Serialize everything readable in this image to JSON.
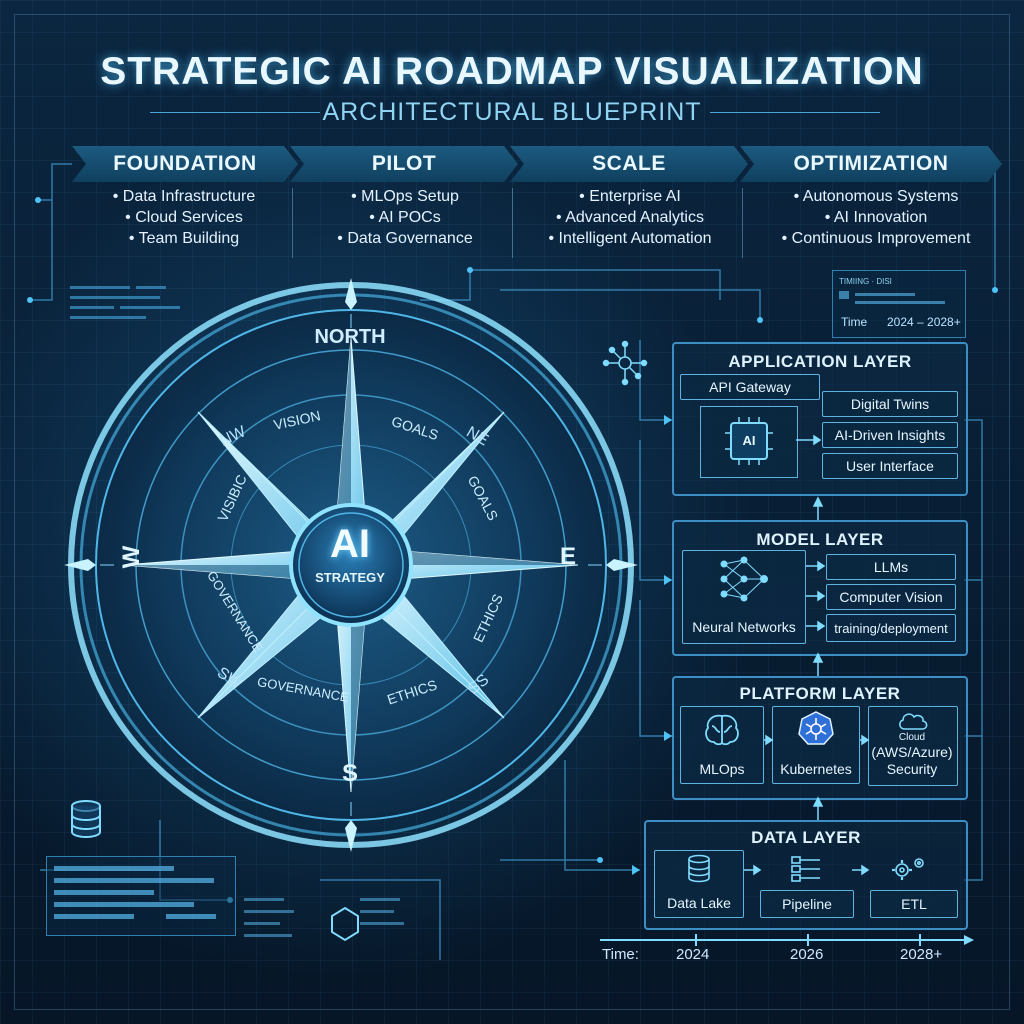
{
  "title": "STRATEGIC AI ROADMAP VISUALIZATION",
  "subtitle": "ARCHITECTURAL BLUEPRINT",
  "phases": [
    {
      "label": "FOUNDATION",
      "items": [
        "Data Infrastructure",
        "Cloud Services",
        "Team Building"
      ]
    },
    {
      "label": "PILOT",
      "items": [
        "MLOps Setup",
        "AI POCs",
        "Data Governance"
      ]
    },
    {
      "label": "SCALE",
      "items": [
        "Enterprise AI",
        "Advanced Analytics",
        "Intelligent Automation"
      ]
    },
    {
      "label": "OPTIMIZATION",
      "items": [
        "Autonomous Systems",
        "AI Innovation",
        "Continuous Improvement"
      ]
    }
  ],
  "compass": {
    "north": "NORTH",
    "south": "S",
    "east": "E",
    "west": "W",
    "nw": "NW",
    "ne": "NE",
    "sw": "SW",
    "ss": "SS",
    "center_title": "AI",
    "center_sub": "STRATEGY",
    "ring_labels": {
      "vision_top": "VISION",
      "goals_top": "GOALS",
      "vision_left": "VISIBIC",
      "goals_right": "GOALS",
      "governance_left": "GOVERNANCE",
      "ethics_right": "ETHICS",
      "governance_bottom": "GOVERNANCE",
      "ethics_bottom": "ETHICS"
    }
  },
  "mini_panel": {
    "header": "TIMIING · DISI",
    "time_label": "Time",
    "time_range": "2024 – 2028+"
  },
  "layers": {
    "application": {
      "title": "APPLICATION LAYER",
      "api_gateway": "API Gateway",
      "chip": "AI",
      "items": [
        "Digital Twins",
        "AI-Driven Insights",
        "User Interface"
      ]
    },
    "model": {
      "title": "MODEL LAYER",
      "main": "Neural Networks",
      "items": [
        "LLMs",
        "Computer Vision",
        "training/deployment"
      ]
    },
    "platform": {
      "title": "PLATFORM LAYER",
      "items": [
        {
          "label": "MLOps",
          "icon": "brain-icon"
        },
        {
          "label": "Kubernetes",
          "icon": "kubernetes-icon"
        },
        {
          "label": "Cloud",
          "sub": "(AWS/Azure)",
          "extra": "Security",
          "icon": "cloud-icon"
        }
      ]
    },
    "data": {
      "title": "DATA LAYER",
      "items": [
        {
          "label": "Data Lake",
          "icon": "database-icon"
        },
        {
          "label": "Pipeline",
          "icon": "pipeline-icon"
        },
        {
          "label": "ETL",
          "icon": "gears-icon"
        }
      ]
    }
  },
  "timeline": {
    "label": "Time:",
    "ticks": [
      "2024",
      "2026",
      "2028+"
    ]
  },
  "colors": {
    "background": "#071a2c",
    "accent": "#4fc3f7",
    "glow": "#7fdcff"
  }
}
